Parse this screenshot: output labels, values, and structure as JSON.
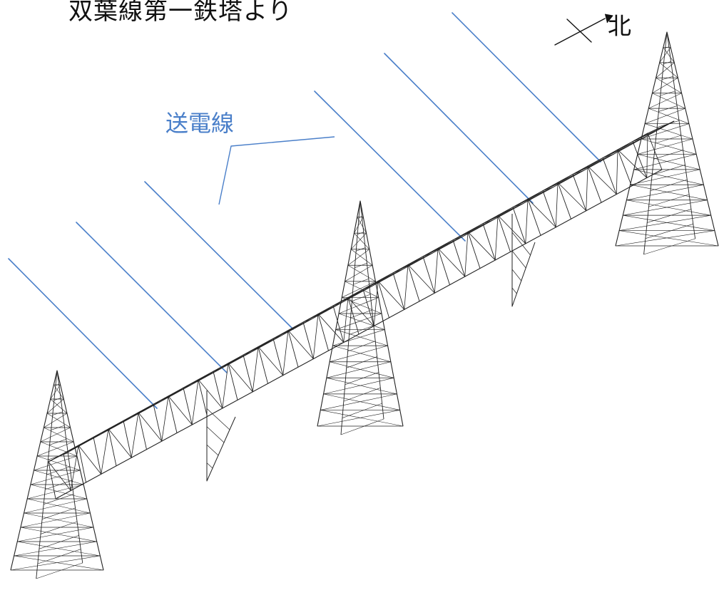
{
  "title": "双葉線第一鉄塔より",
  "wire_label": "送電線",
  "north_label": "北",
  "colors": {
    "wire": "#4a7fc9",
    "structure": "#222222",
    "text": "#111111"
  }
}
